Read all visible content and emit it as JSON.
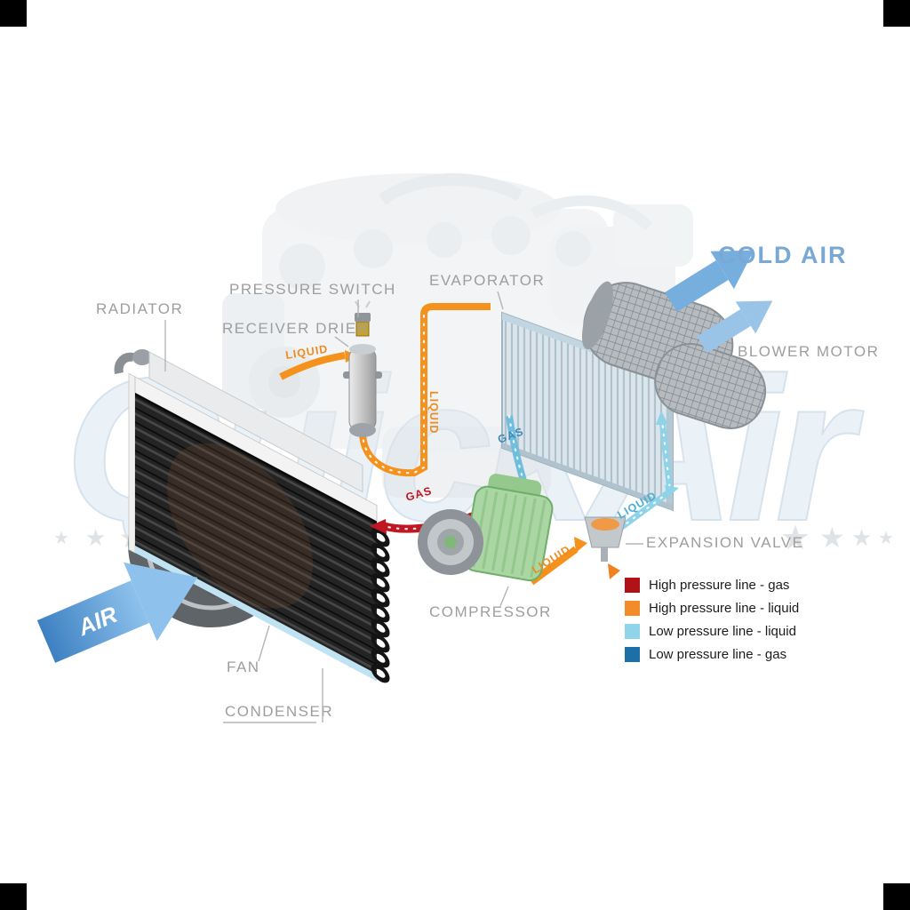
{
  "watermark": {
    "text": "QuickAir"
  },
  "component_labels": {
    "radiator": "RADIATOR",
    "pressure_switch": "PRESSURE SWITCH",
    "receiver_drier": "RECEIVER DRIER",
    "evaporator": "EVAPORATOR",
    "blower_motor": "BLOWER MOTOR",
    "expansion_valve": "EXPANSION VALVE",
    "compressor": "COMPRESSOR",
    "fan": "FAN",
    "condenser": "CONDENSER"
  },
  "flow": {
    "cold_air": "COLD AIR",
    "air_in": "AIR",
    "liquid_condenser_to_drier": "LIQUID",
    "liquid_riser": "LIQUID",
    "gas_low_pressure": "GAS",
    "gas_high_pressure": "GAS",
    "liquid_to_expansion_valve": "LIQUID",
    "liquid_to_evaporator": "LIQUID"
  },
  "legend": {
    "items": [
      {
        "color": "#b01218",
        "label": "High pressure line - gas"
      },
      {
        "color": "#f28c28",
        "label": "High pressure line - liquid"
      },
      {
        "color": "#8fd4e8",
        "label": "Low pressure line - liquid"
      },
      {
        "color": "#1d6fa8",
        "label": "Low pressure line - gas"
      }
    ]
  },
  "colors": {
    "high_pressure_gas": "#b01218",
    "high_pressure_liquid": "#f28c28",
    "low_pressure_liquid": "#8fd4e8",
    "low_pressure_gas": "#1d6fa8",
    "air_arrow": "#4a90d0",
    "label_gray": "#9e9e9e"
  }
}
